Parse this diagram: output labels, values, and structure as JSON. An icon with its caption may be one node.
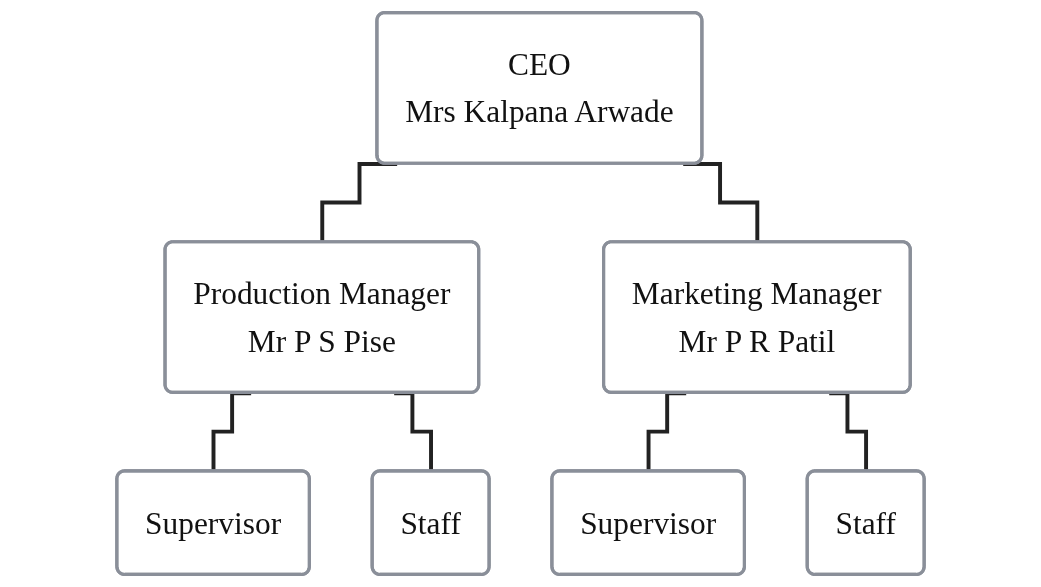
{
  "diagram": {
    "nodes": [
      {
        "text": [
          "CEO",
          "Mrs Kalpana Arwade"
        ]
      },
      {
        "text": [
          "Production Manager",
          "Mr P S Pise"
        ]
      },
      {
        "text": [
          "Marketing Manager",
          "Mr P R Patil"
        ]
      },
      {
        "text": [
          "Supervisor"
        ]
      },
      {
        "text": [
          "Staff"
        ]
      },
      {
        "text": [
          "Supervisor"
        ]
      },
      {
        "text": [
          "Staff"
        ]
      }
    ],
    "edges": [
      {
        "from": 0,
        "to": 1,
        "arrow": "none"
      },
      {
        "from": 0,
        "to": 2,
        "arrow": "none"
      },
      {
        "from": 1,
        "to": 3,
        "arrow": "none"
      },
      {
        "from": 1,
        "to": 4,
        "arrow": "none"
      },
      {
        "from": 2,
        "to": 5,
        "arrow": "none"
      },
      {
        "from": 2,
        "to": 6,
        "arrow": "none"
      }
    ]
  }
}
